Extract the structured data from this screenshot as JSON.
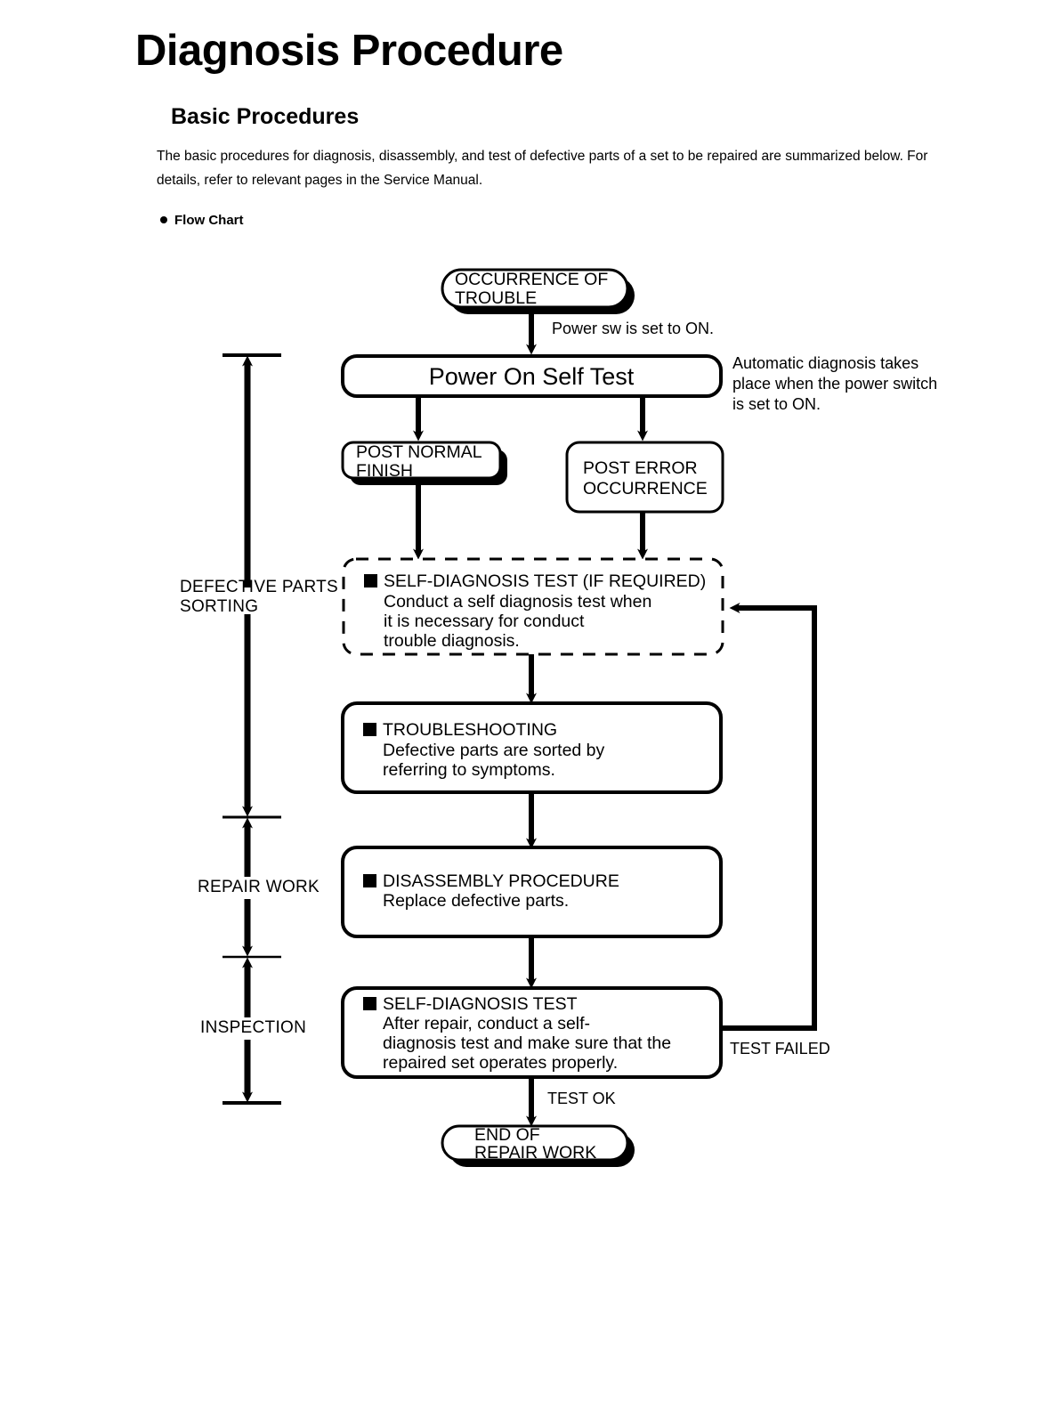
{
  "document": {
    "title": "Diagnosis Procedure",
    "section_title": "Basic Procedures",
    "intro": "The basic procedures for diagnosis, disassembly, and test of defective parts of a set to be repaired are summarized below. For details, refer to relevant pages in the Service Manual.",
    "bullet_heading": "Flow Chart"
  },
  "chart_data": {
    "type": "diagram",
    "title": "Flow Chart",
    "nodes": [
      {
        "id": "occurrence",
        "shape": "stadium-shadow",
        "lines": [
          "OCCURRENCE OF",
          "TROUBLE"
        ]
      },
      {
        "id": "post",
        "shape": "rounded",
        "lines": [
          "Power On Self Test"
        ]
      },
      {
        "id": "post-normal",
        "shape": "rounded-shadow",
        "lines": [
          "POST NORMAL",
          "FINISH"
        ]
      },
      {
        "id": "post-error",
        "shape": "rounded",
        "lines": [
          "POST ERROR",
          "OCCURRENCE"
        ]
      },
      {
        "id": "self-diag-if",
        "shape": "dashed-rounded",
        "heading": "SELF-DIAGNOSIS TEST (IF REQUIRED)",
        "lines": [
          "Conduct a self diagnosis test when",
          "it is necessary for conduct",
          "trouble diagnosis."
        ]
      },
      {
        "id": "troubleshoot",
        "shape": "rounded",
        "heading": "TROUBLESHOOTING",
        "lines": [
          "Defective parts are sorted by",
          "referring to symptoms."
        ]
      },
      {
        "id": "disassembly",
        "shape": "rounded",
        "heading": "DISASSEMBLY PROCEDURE",
        "lines": [
          "Replace defective parts."
        ]
      },
      {
        "id": "self-diag",
        "shape": "rounded",
        "heading": "SELF-DIAGNOSIS TEST",
        "lines": [
          "After repair, conduct a self-",
          "diagnosis test and make sure that the",
          "repaired set operates properly."
        ]
      },
      {
        "id": "end",
        "shape": "stadium-shadow",
        "lines": [
          "END OF",
          "REPAIR WORK"
        ]
      }
    ],
    "edge_labels": {
      "power_sw": "Power sw is set to ON.",
      "test_failed": "TEST FAILED",
      "test_ok": "TEST OK"
    },
    "annotations": {
      "auto_diagnosis": [
        "Automatic diagnosis takes",
        "place when the power switch",
        "is set to ON."
      ]
    },
    "brackets": [
      {
        "id": "defective-parts-sorting",
        "lines": [
          "DEFECTIVE PARTS",
          "SORTING"
        ]
      },
      {
        "id": "repair-work",
        "lines": [
          "REPAIR WORK"
        ]
      },
      {
        "id": "inspection",
        "lines": [
          "INSPECTION"
        ]
      }
    ]
  }
}
